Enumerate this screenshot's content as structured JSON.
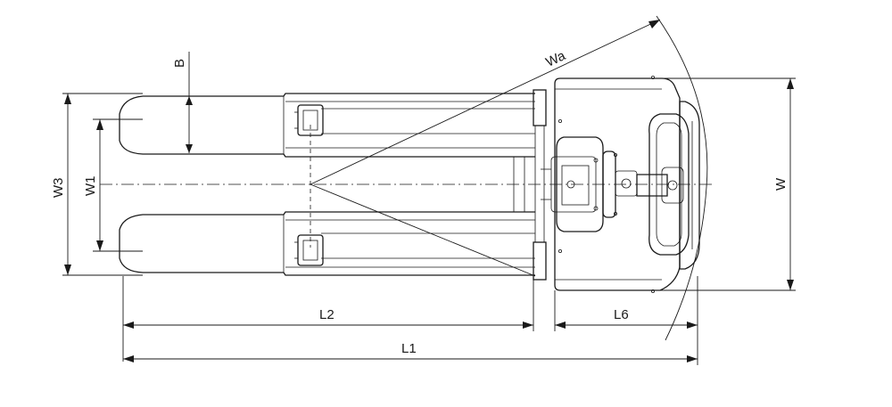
{
  "labels": {
    "b": "B",
    "wa": "Wa",
    "w3": "W3",
    "w1": "W1",
    "w": "W",
    "l2": "L2",
    "l6": "L6",
    "l1": "L1"
  }
}
